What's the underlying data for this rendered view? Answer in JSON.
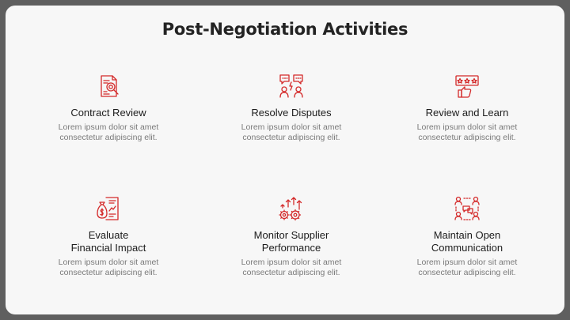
{
  "slide": {
    "title": "Post-Negotiation Activities"
  },
  "colors": {
    "accent": "#d42a2a",
    "background": "#f7f7f7",
    "frame": "#5f5f5f"
  },
  "cards": [
    {
      "icon": "contract-search-icon",
      "label": "Contract Review",
      "desc1": "Lorem ipsum dolor sit amet",
      "desc2": "consectetur adipiscing elit."
    },
    {
      "icon": "dispute-chat-icon",
      "label": "Resolve Disputes",
      "desc1": "Lorem ipsum dolor sit amet",
      "desc2": "consectetur adipiscing elit."
    },
    {
      "icon": "rating-review-icon",
      "label": "Review and Learn",
      "desc1": "Lorem ipsum dolor sit amet",
      "desc2": "consectetur adipiscing elit."
    },
    {
      "icon": "financial-impact-icon",
      "label1": "Evaluate",
      "label2": "Financial Impact",
      "desc1": "Lorem ipsum dolor sit amet",
      "desc2": "consectetur adipiscing elit."
    },
    {
      "icon": "performance-gears-icon",
      "label1": "Monitor Supplier",
      "label2": "Performance",
      "desc1": "Lorem ipsum dolor sit amet",
      "desc2": "consectetur adipiscing elit."
    },
    {
      "icon": "communication-network-icon",
      "label1": "Maintain Open",
      "label2": "Communication",
      "desc1": "Lorem ipsum dolor sit amet",
      "desc2": "consectetur adipiscing elit."
    }
  ]
}
